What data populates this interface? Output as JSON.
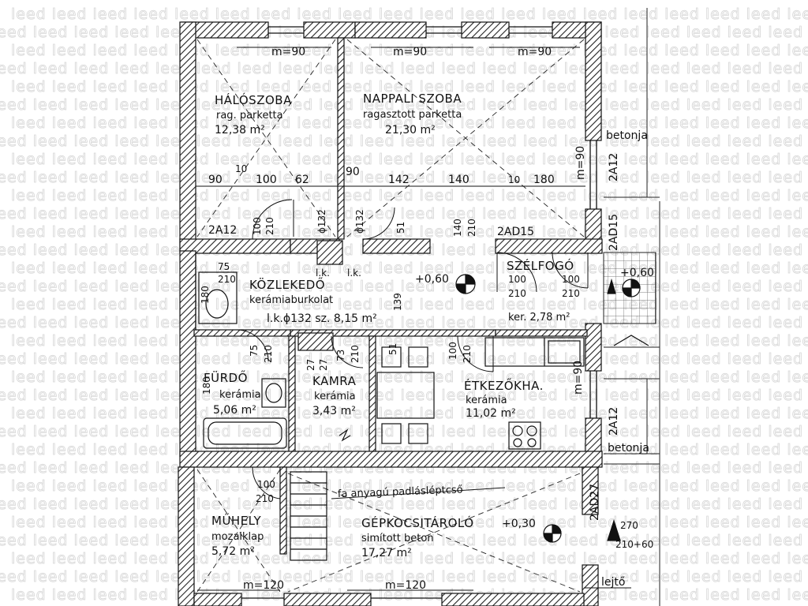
{
  "watermark": "leed leed leed leed leed leed leed leed leed leed leed leed leed leed leed leed leed leed leed leed",
  "rooms": {
    "haloszoba": {
      "name": "HÁLÓSZOBA",
      "material": "rag. parketta",
      "area": "12,38 m²"
    },
    "nappali": {
      "name": "NAPPALI SZOBA",
      "material": "ragasztott parketta",
      "area": "21,30 m²"
    },
    "kozlekedo": {
      "name": "KÖZLEKEDŐ",
      "material": "kerámiaburkolat",
      "area": "l.k.ϕ132 sz.  8,15 m²"
    },
    "szelfogo": {
      "name": "SZÉLFOGÓ",
      "material": "ker. 2,78 m²"
    },
    "furdo": {
      "name": "FÜRDŐ",
      "material": "kerámia",
      "area": "5,06 m²"
    },
    "kamra": {
      "name": "KAMRA",
      "material": "kerámia",
      "area": "3,43 m²"
    },
    "etkezokha": {
      "name": "ÉTKEZŐKHA.",
      "material": "kerámia",
      "area": "11,02 m²"
    },
    "muhely": {
      "name": "MŰHELY",
      "material": "mozaiklap",
      "area": "5,72 m²"
    },
    "gepkocsi": {
      "name": "GÉPKOCSITÁROLÓ",
      "material": "simított beton",
      "area": "17,27 m²"
    }
  },
  "dimensions": {
    "window_top_left": "m=90",
    "window_top_mid": "m=90",
    "window_top_right": "m=90",
    "window_right": "m=90",
    "window_kitchen": "m=90",
    "window_bottom_left": "m=120",
    "window_bottom_mid": "m=120",
    "d90a": "90",
    "d10a": "10",
    "d100a": "100",
    "d62": "62",
    "d90b": "90",
    "d142": "142",
    "d140a": "140",
    "d10b": "10",
    "d180": "180",
    "door_hal_w": "100",
    "door_hal_h": "210",
    "pipe_left": "ϕ132",
    "pipe_right": "ϕ132",
    "d51a": "51",
    "d140b": "140",
    "d210a": "210",
    "lk_left": "l.k.",
    "lk_right": "l.k.",
    "d75a": "75",
    "d210b": "210",
    "d180b": "180",
    "d139": "139",
    "szel_a_w": "100",
    "szel_a_h": "210",
    "szel_b_w": "100",
    "szel_b_h": "210",
    "d75b": "75",
    "d210c": "210",
    "d27a": "27",
    "d27b": "27",
    "d73": "73",
    "d210d": "210",
    "d51b": "51",
    "d100b": "100",
    "d210e": "210",
    "d180c": "180",
    "muhely_door_w": "100",
    "muhely_door_h": "210",
    "garage_door_w": "270",
    "garage_door_h": "210+60"
  },
  "labels": {
    "wall_2A12_left": "2A12",
    "wall_2AD15": "2AD15",
    "wall_2A12_right": "2A12",
    "wall_2AD15_right": "2AD15",
    "wall_2A12_lower": "2A12",
    "wall_2AD27": "2AD27",
    "betonja_top": "betonja",
    "betonja_bottom": "betonja",
    "level_hall": "+0,60",
    "level_right": "+0,60",
    "level_garage": "+0,30",
    "stair_note": "fa anyagú padlásléptcső",
    "ramp": "lejtő"
  },
  "colors": {
    "ink": "#111111",
    "hatch": "#333333",
    "watermark": "#d6d6d6"
  }
}
